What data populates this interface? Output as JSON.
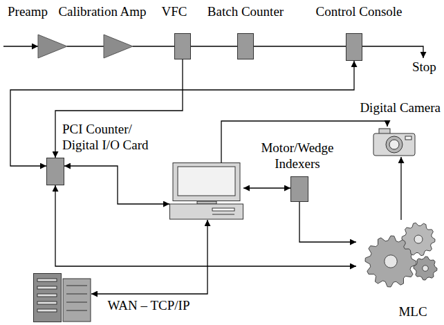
{
  "diagram": {
    "nodes": [
      {
        "text": [
          "Preamp"
        ]
      },
      {
        "text": [
          "Calibration Amp"
        ]
      },
      {
        "text": [
          "VFC"
        ]
      },
      {
        "text": [
          "Batch Counter"
        ]
      },
      {
        "text": [
          "Control Console"
        ]
      },
      {
        "text": [
          "PCI Counter/ Digital I/O Card"
        ]
      },
      {
        "text": [
          "Digital Camera"
        ]
      },
      {
        "text": []
      },
      {
        "text": [
          "Motor/Wedge Indexers"
        ]
      },
      {
        "text": [
          "MLC"
        ]
      },
      {
        "text": []
      }
    ],
    "edges": [
      {
        "from": 0,
        "to": 1,
        "arrow": "none"
      },
      {
        "from": 1,
        "to": 2,
        "arrow": "none"
      },
      {
        "from": 2,
        "to": 3,
        "arrow": "none"
      },
      {
        "from": 3,
        "to": 4,
        "arrow": "none"
      },
      {
        "from": 2,
        "to": 5,
        "arrow": "to"
      },
      {
        "from": 5,
        "to": 4,
        "arrow": "both"
      },
      {
        "from": 5,
        "to": 7,
        "arrow": "both"
      },
      {
        "from": 7,
        "to": 8,
        "arrow": "both"
      },
      {
        "from": 8,
        "to": 9,
        "arrow": "to"
      },
      {
        "from": 9,
        "to": 5,
        "arrow": "both"
      },
      {
        "from": 7,
        "to": 6,
        "arrow": "to"
      },
      {
        "from": 9,
        "to": 6,
        "arrow": "to"
      },
      {
        "from": 10,
        "to": 7,
        "label": "WAN – TCP/IP",
        "arrow": "both"
      }
    ],
    "labels": [
      "Stop"
    ]
  }
}
